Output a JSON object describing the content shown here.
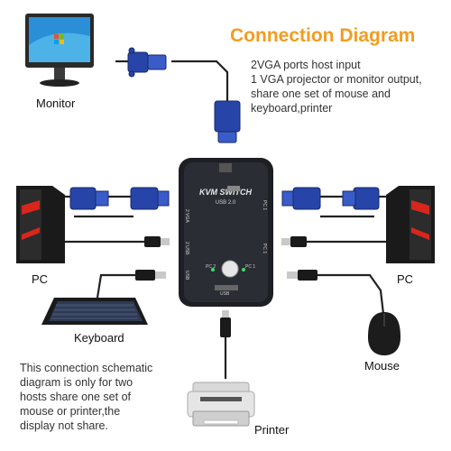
{
  "title": "Connection Diagram",
  "description_lines": [
    "2VGA ports host input",
    "1 VGA projector or monitor output,",
    "share one set of mouse and",
    "keyboard,printer"
  ],
  "labels": {
    "monitor": "Monitor",
    "pc_left": "PC",
    "pc_right": "PC",
    "keyboard": "Keyboard",
    "mouse": "Mouse",
    "printer": "Printer"
  },
  "note_lines": [
    "This connection schematic",
    "diagram is only for two",
    "hosts share one set of",
    "mouse or printer,the",
    "display not share."
  ],
  "device": {
    "name": "KVM SWITCH",
    "usb": "USB 2.0",
    "port_labels": [
      "2 VGA",
      "PC 1",
      "2 USB",
      "PC 1",
      "PC 2",
      "PC 1",
      "USB",
      "USB"
    ]
  },
  "colors": {
    "title": "#f39c1f",
    "vga_connector": "#2745a8",
    "device_body": "#1d1f24",
    "cable": "#222222"
  }
}
